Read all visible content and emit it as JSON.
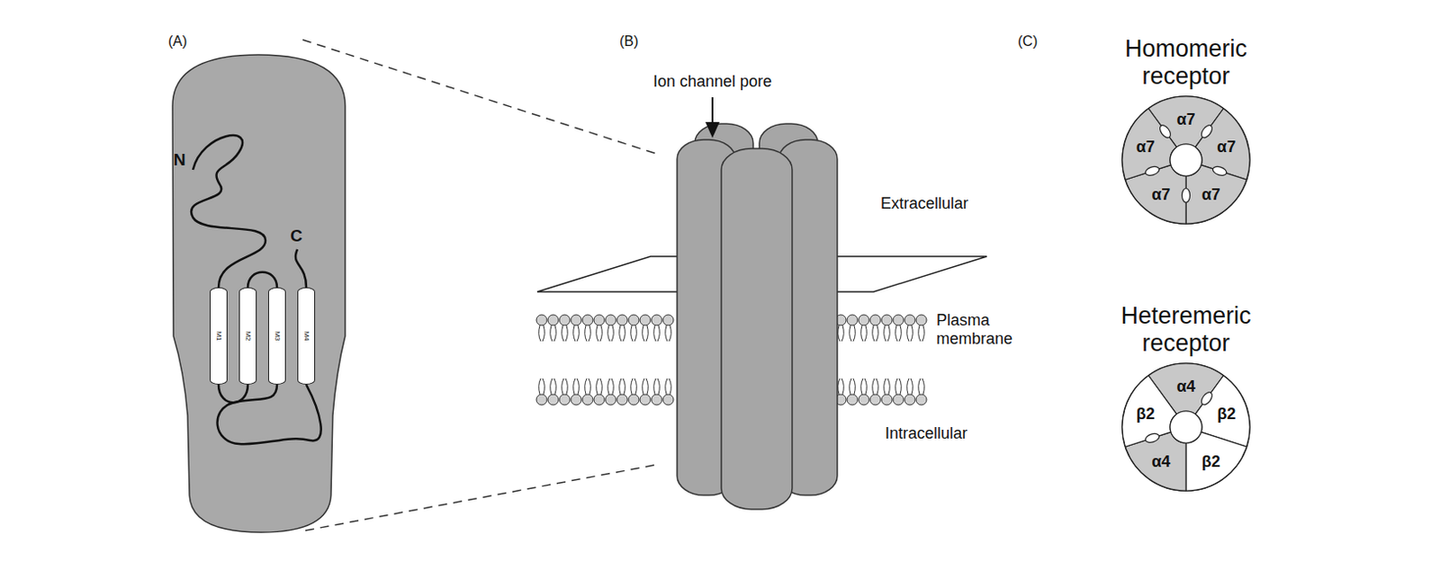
{
  "diagram": {
    "nodes": [
      {
        "text": [
          "M1"
        ]
      },
      {
        "text": [
          "M2"
        ]
      },
      {
        "text": [
          "M3"
        ]
      },
      {
        "text": [
          "M4"
        ]
      },
      {
        "text": [
          "Homomeric receptor"
        ]
      },
      {
        "text": [
          "Heteremeric receptor"
        ]
      }
    ],
    "labels": [
      "(A)",
      "N",
      "C",
      "(B)",
      "Ion channel pore",
      "Extracellular",
      "Plasma membrane",
      "Intracellular",
      "(C)",
      "α7",
      "α7",
      "α7",
      "α7",
      "α7",
      "α4",
      "β2",
      "β2",
      "α4",
      "β2"
    ]
  }
}
